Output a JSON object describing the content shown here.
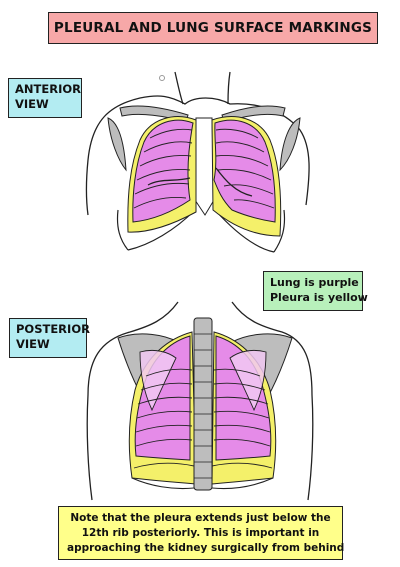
{
  "title": "PLEURAL AND LUNG SURFACE MARKINGS",
  "anterior_label": [
    "ANTERIOR",
    "VIEW"
  ],
  "posterior_label": [
    "POSTERIOR",
    "VIEW"
  ],
  "legend": [
    "Lung is purple",
    "Pleura is yellow"
  ],
  "note": [
    "Note that the pleura extends just below the",
    "12th rib posteriorly. This is important in",
    "approaching the kidney surgically from behind"
  ],
  "colors": {
    "title_bg": "#f7a8a8",
    "view_label_bg": "#b3ecf2",
    "legend_bg": "#b8f0bb",
    "note_bg": "#ffff8a",
    "lung": "#e58be8",
    "pleura": "#f4f06a",
    "bone": "#bdbdbd"
  }
}
